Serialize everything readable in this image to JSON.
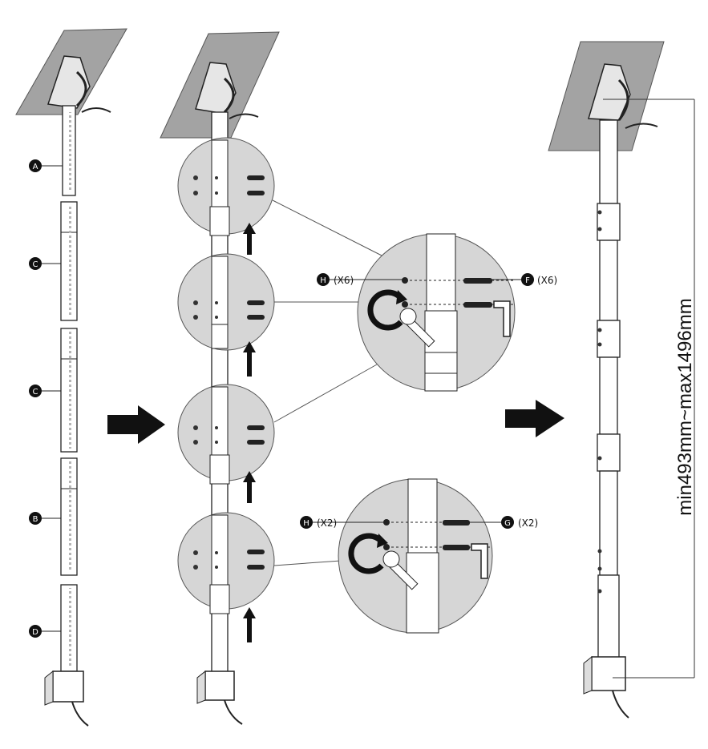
{
  "labels": {
    "A": "A",
    "B": "B",
    "C1": "C",
    "C2": "C",
    "D": "D"
  },
  "callouts": {
    "upper_left": {
      "letter": "H",
      "qty": "(X6)"
    },
    "upper_right": {
      "letter": "F",
      "qty": "(X6)"
    },
    "lower_left": {
      "letter": "H",
      "qty": "(X2)"
    },
    "lower_right": {
      "letter": "G",
      "qty": "(X2)"
    }
  },
  "dimension": "min493mm~max1496mm",
  "colors": {
    "panel": "#a3a3a3",
    "circle_fill": "#d6d6d6",
    "line": "#1a1a1a",
    "arrow": "#111111",
    "badge": "#111111"
  },
  "icons": [
    "solar-panel-icon",
    "wrench-icon",
    "rotate-arrow-icon",
    "hex-key-icon",
    "arrow-right-icon",
    "arrow-up-icon"
  ]
}
